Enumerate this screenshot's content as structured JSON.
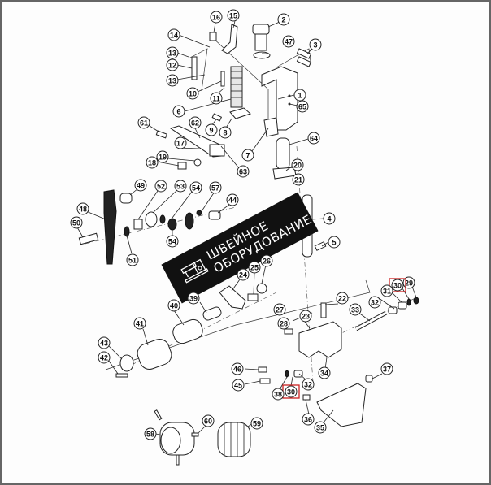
{
  "diagram": {
    "title": "Exploded parts diagram",
    "highlight_color": "#cc2222",
    "watermark": {
      "line1": "ШВЕЙНОЕ",
      "line2": "ОБОРУДОВАНИЕ",
      "icon": "sewing-machine-icon"
    },
    "callouts": [
      {
        "id": "c1",
        "label": "1"
      },
      {
        "id": "c2",
        "label": "2"
      },
      {
        "id": "c3",
        "label": "3"
      },
      {
        "id": "c4",
        "label": "4"
      },
      {
        "id": "c5",
        "label": "5"
      },
      {
        "id": "c6",
        "label": "6"
      },
      {
        "id": "c7",
        "label": "7"
      },
      {
        "id": "c8",
        "label": "8"
      },
      {
        "id": "c9",
        "label": "9"
      },
      {
        "id": "c10",
        "label": "10"
      },
      {
        "id": "c11",
        "label": "11"
      },
      {
        "id": "c12",
        "label": "12"
      },
      {
        "id": "c13a",
        "label": "13"
      },
      {
        "id": "c13b",
        "label": "13"
      },
      {
        "id": "c14",
        "label": "14"
      },
      {
        "id": "c15",
        "label": "15"
      },
      {
        "id": "c16",
        "label": "16"
      },
      {
        "id": "c17",
        "label": "17"
      },
      {
        "id": "c18",
        "label": "18"
      },
      {
        "id": "c19",
        "label": "19"
      },
      {
        "id": "c20",
        "label": "20"
      },
      {
        "id": "c21",
        "label": "21"
      },
      {
        "id": "c22",
        "label": "22"
      },
      {
        "id": "c23",
        "label": "23"
      },
      {
        "id": "c24",
        "label": "24"
      },
      {
        "id": "c25",
        "label": "25"
      },
      {
        "id": "c26",
        "label": "26"
      },
      {
        "id": "c27",
        "label": "27"
      },
      {
        "id": "c28",
        "label": "28"
      },
      {
        "id": "c29",
        "label": "29"
      },
      {
        "id": "c30a",
        "label": "30",
        "highlighted": true
      },
      {
        "id": "c30b",
        "label": "30",
        "highlighted": true
      },
      {
        "id": "c31",
        "label": "31"
      },
      {
        "id": "c32a",
        "label": "32"
      },
      {
        "id": "c32b",
        "label": "32"
      },
      {
        "id": "c33",
        "label": "33"
      },
      {
        "id": "c34",
        "label": "34"
      },
      {
        "id": "c35",
        "label": "35"
      },
      {
        "id": "c36",
        "label": "36"
      },
      {
        "id": "c37",
        "label": "37"
      },
      {
        "id": "c38",
        "label": "38"
      },
      {
        "id": "c39",
        "label": "39"
      },
      {
        "id": "c40",
        "label": "40"
      },
      {
        "id": "c41",
        "label": "41"
      },
      {
        "id": "c42",
        "label": "42"
      },
      {
        "id": "c43",
        "label": "43"
      },
      {
        "id": "c44",
        "label": "44"
      },
      {
        "id": "c45",
        "label": "45"
      },
      {
        "id": "c46",
        "label": "46"
      },
      {
        "id": "c47",
        "label": "47"
      },
      {
        "id": "c48",
        "label": "48"
      },
      {
        "id": "c49",
        "label": "49"
      },
      {
        "id": "c50",
        "label": "50"
      },
      {
        "id": "c51",
        "label": "51"
      },
      {
        "id": "c52",
        "label": "52"
      },
      {
        "id": "c53",
        "label": "53"
      },
      {
        "id": "c54a",
        "label": "54"
      },
      {
        "id": "c54b",
        "label": "54"
      },
      {
        "id": "c57",
        "label": "57"
      },
      {
        "id": "c58",
        "label": "58"
      },
      {
        "id": "c59",
        "label": "59"
      },
      {
        "id": "c60",
        "label": "60"
      },
      {
        "id": "c61",
        "label": "61"
      },
      {
        "id": "c62",
        "label": "62"
      },
      {
        "id": "c63",
        "label": "63"
      },
      {
        "id": "c64",
        "label": "64"
      },
      {
        "id": "c65",
        "label": "65"
      }
    ]
  }
}
